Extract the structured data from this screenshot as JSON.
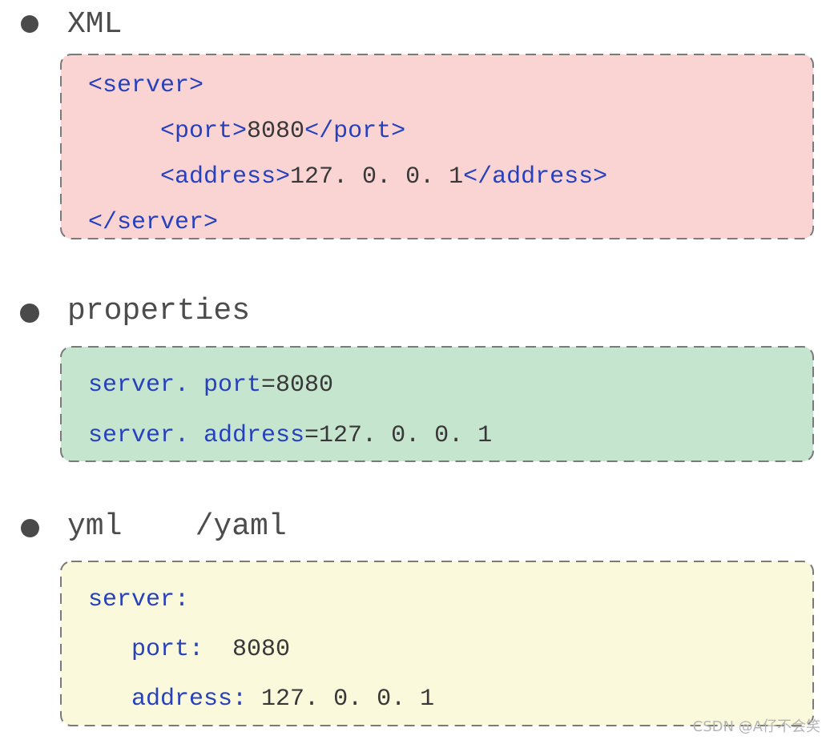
{
  "colors": {
    "key": "#2741bd",
    "val": "#383838",
    "box_border": "#7a7a7a",
    "heading": "#4c4c4c",
    "bullet": "#4a4a4a",
    "watermark": "#b5b5b5",
    "xml_box_bg": "#fad3d3",
    "properties_box_bg": "#c5e5cf",
    "yml_box_bg": "#fbf9dc"
  },
  "sections": [
    {
      "id": "xml",
      "heading": "XML",
      "box_bg": "#fad3d3",
      "lines": [
        [
          {
            "t": "<server>",
            "k": "key"
          }
        ],
        [
          {
            "t": "     <port>",
            "k": "key"
          },
          {
            "t": "8080",
            "k": "val"
          },
          {
            "t": "</port>",
            "k": "key"
          }
        ],
        [
          {
            "t": "     <address>",
            "k": "key"
          },
          {
            "t": "127. 0. 0. 1",
            "k": "val"
          },
          {
            "t": "</address>",
            "k": "key"
          }
        ],
        [
          {
            "t": "</server>",
            "k": "key"
          }
        ]
      ]
    },
    {
      "id": "properties",
      "heading": "properties",
      "box_bg": "#c5e5cf",
      "lines": [
        [
          {
            "t": "server. port",
            "k": "key"
          },
          {
            "t": "=8080",
            "k": "val"
          }
        ],
        [
          {
            "t": "server. address",
            "k": "key"
          },
          {
            "t": "=127. 0. 0. 1",
            "k": "val"
          }
        ]
      ]
    },
    {
      "id": "yml",
      "heading": "yml    /yaml",
      "box_bg": "#fbf9dc",
      "lines": [
        [
          {
            "t": "server:",
            "k": "key"
          }
        ],
        [
          {
            "t": "   port:",
            "k": "key"
          },
          {
            "t": "  8080",
            "k": "val"
          }
        ],
        [
          {
            "t": "   address:",
            "k": "key"
          },
          {
            "t": " 127. 0. 0. 1",
            "k": "val"
          }
        ]
      ]
    }
  ],
  "watermark": "CSDN @A仔不会笑"
}
